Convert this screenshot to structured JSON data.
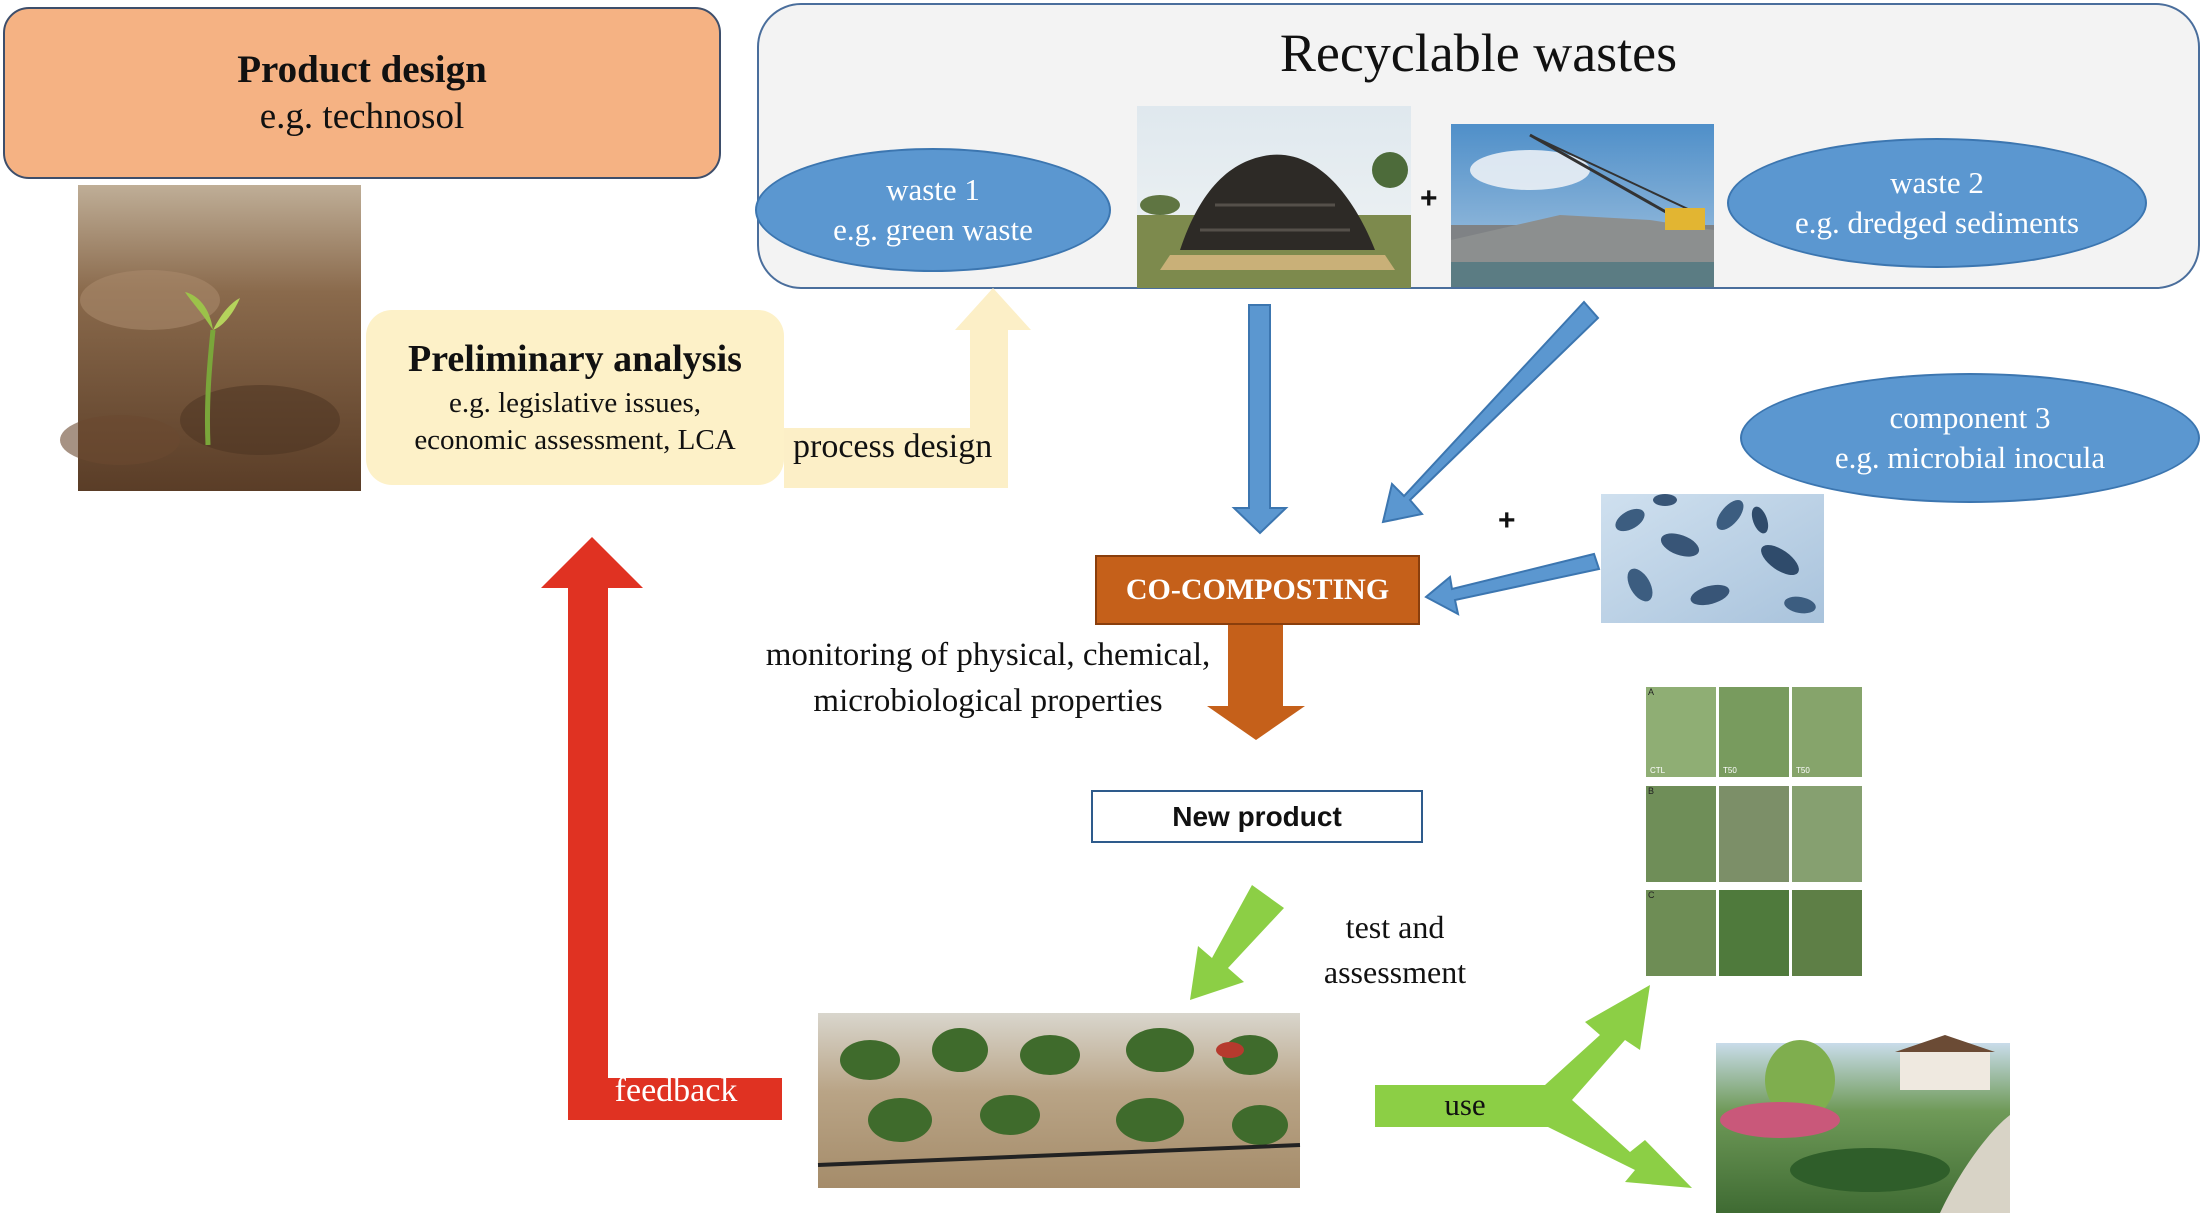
{
  "product_design": {
    "title": "Product design",
    "example": "e.g. technosol"
  },
  "recyclable_wastes": {
    "title": "Recyclable wastes"
  },
  "waste1": {
    "line1": "waste 1",
    "line2": "e.g. green waste"
  },
  "waste2": {
    "line1": "waste 2",
    "line2": "e.g. dredged sediments"
  },
  "component3": {
    "line1": "component 3",
    "line2": "e.g. microbial inocula"
  },
  "preliminary": {
    "title": "Preliminary analysis",
    "line1": "e.g. legislative issues,",
    "line2": "economic assessment, LCA"
  },
  "process_design": "process design",
  "co_composting": "CO-COMPOSTING",
  "monitoring": {
    "line1": "monitoring of physical, chemical,",
    "line2": "microbiological properties"
  },
  "new_product": "New product",
  "test_assessment": {
    "line1": "test and",
    "line2": "assessment"
  },
  "feedback": "feedback",
  "use": "use",
  "plus": "+",
  "panel_letters": [
    "A",
    "B",
    "C"
  ],
  "panel_labels": [
    "CTL",
    "T50",
    "T50"
  ],
  "colors": {
    "product_box": "#f5b283",
    "ellipse_blue": "#5b97d0",
    "preliminary_box": "#fdf1c8",
    "co_composting": "#c5601a",
    "blue_arrow": "#5b97d0",
    "red_arrow": "#e03222",
    "green_arrow": "#8ccf45",
    "yellow_arrow": "#fcefc7"
  }
}
